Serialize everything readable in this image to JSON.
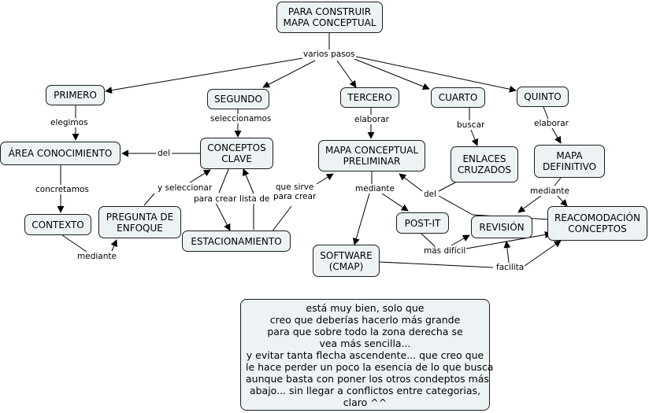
{
  "map": {
    "nodes": {
      "root": "PARA CONSTRUIR\nMAPA CONCEPTUAL",
      "primero": "PRIMERO",
      "segundo": "SEGUNDO",
      "tercero": "TERCERO",
      "cuarto": "CUARTO",
      "quinto": "QUINTO",
      "area": "ÁREA CONOCIMIENTO",
      "conceptos_clave": "CONCEPTOS\nCLAVE",
      "mapa_preliminar": "MAPA CONCEPTUAL\nPRELIMINAR",
      "enlaces": "ENLACES\nCRUZADOS",
      "mapa_definitivo": "MAPA\nDEFINITIVO",
      "contexto": "CONTEXTO",
      "pregunta": "PREGUNTA DE\nENFOQUE",
      "estacionamiento": "ESTACIONAMIENTO",
      "postit": "POST-IT",
      "revision": "REVISIÓN",
      "reacomodacion": "REACOMODACIÓN\nCONCEPTOS",
      "software": "SOFTWARE\n(CMAP)"
    },
    "links": {
      "varios_pasos": "varios pasos",
      "elegimos": "elegimos",
      "seleccionamos": "seleccionamos",
      "elaborar_1": "elaborar",
      "buscar": "buscar",
      "elaborar_2": "elaborar",
      "del_1": "del",
      "concretamos": "concretamos",
      "y_seleccionar": "y seleccionar",
      "para_crear": "para crear",
      "lista_de": "lista de",
      "que_sirve": "que sirve\npara crear",
      "mediante_1": "mediante",
      "mediante_2": "mediante",
      "del_2": "del",
      "mediante_3": "mediante",
      "mas_dificil": "más difícil",
      "facilita": "facilita"
    }
  },
  "comment": {
    "lines": [
      "está muy bien, solo que",
      "creo que deberías hacerlo más grande",
      "para que sobre todo la zona derecha se",
      "vea más sencilla...",
      "y evitar tanta flecha ascendente... que creo que",
      "le hace perder un poco la esencia de lo que busca",
      "aunque basta con poner los otros condeptos más",
      "abajo... sin llegar a conflictos entre categorias,",
      "claro ^^"
    ]
  }
}
